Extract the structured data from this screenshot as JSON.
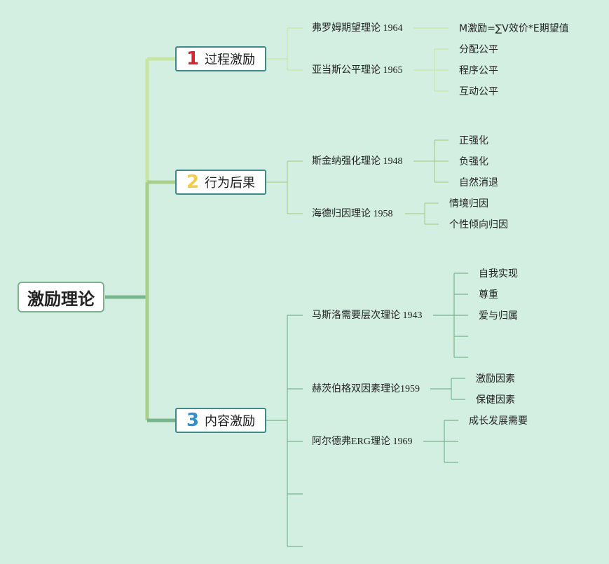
{
  "root": {
    "label": "激励理论"
  },
  "branches": [
    {
      "num": "1",
      "num_color": "#d6262f",
      "label": "过程激励",
      "line_color": "#c7e6a3",
      "theories": [
        {
          "label": "弗罗姆期望理论 1964",
          "leaves": [
            "M激励=∑V效价*E期望值"
          ]
        },
        {
          "label": "亚当斯公平理论 1965",
          "leaves": [
            "分配公平",
            "程序公平",
            "互动公平"
          ]
        }
      ]
    },
    {
      "num": "2",
      "num_color": "#f2cd4a",
      "label": "行为后果",
      "line_color": "#a8d08a",
      "theories": [
        {
          "label": "斯金纳强化理论 1948",
          "leaves": [
            "正强化",
            "负强化",
            "自然消退"
          ]
        },
        {
          "label": "海德归因理论 1958",
          "leaves": [
            "情境归因",
            "个性倾向归因"
          ]
        }
      ]
    },
    {
      "num": "3",
      "num_color": "#2f8fd0",
      "label": "内容激励",
      "line_color": "#78b48c",
      "theories": [
        {
          "label": "马斯洛需要层次理论 1943",
          "leaves": [
            "自我实现",
            "尊重",
            "爱与归属",
            "",
            ""
          ]
        },
        {
          "label": "赫茨伯格双因素理论1959",
          "leaves": [
            "激励因素",
            "保健因素"
          ]
        },
        {
          "label": "阿尔德弗ERG理论 1969",
          "leaves": [
            "成长发展需要",
            "",
            ""
          ]
        },
        {
          "label": "",
          "leaves": []
        },
        {
          "label": "",
          "leaves": []
        }
      ]
    }
  ]
}
